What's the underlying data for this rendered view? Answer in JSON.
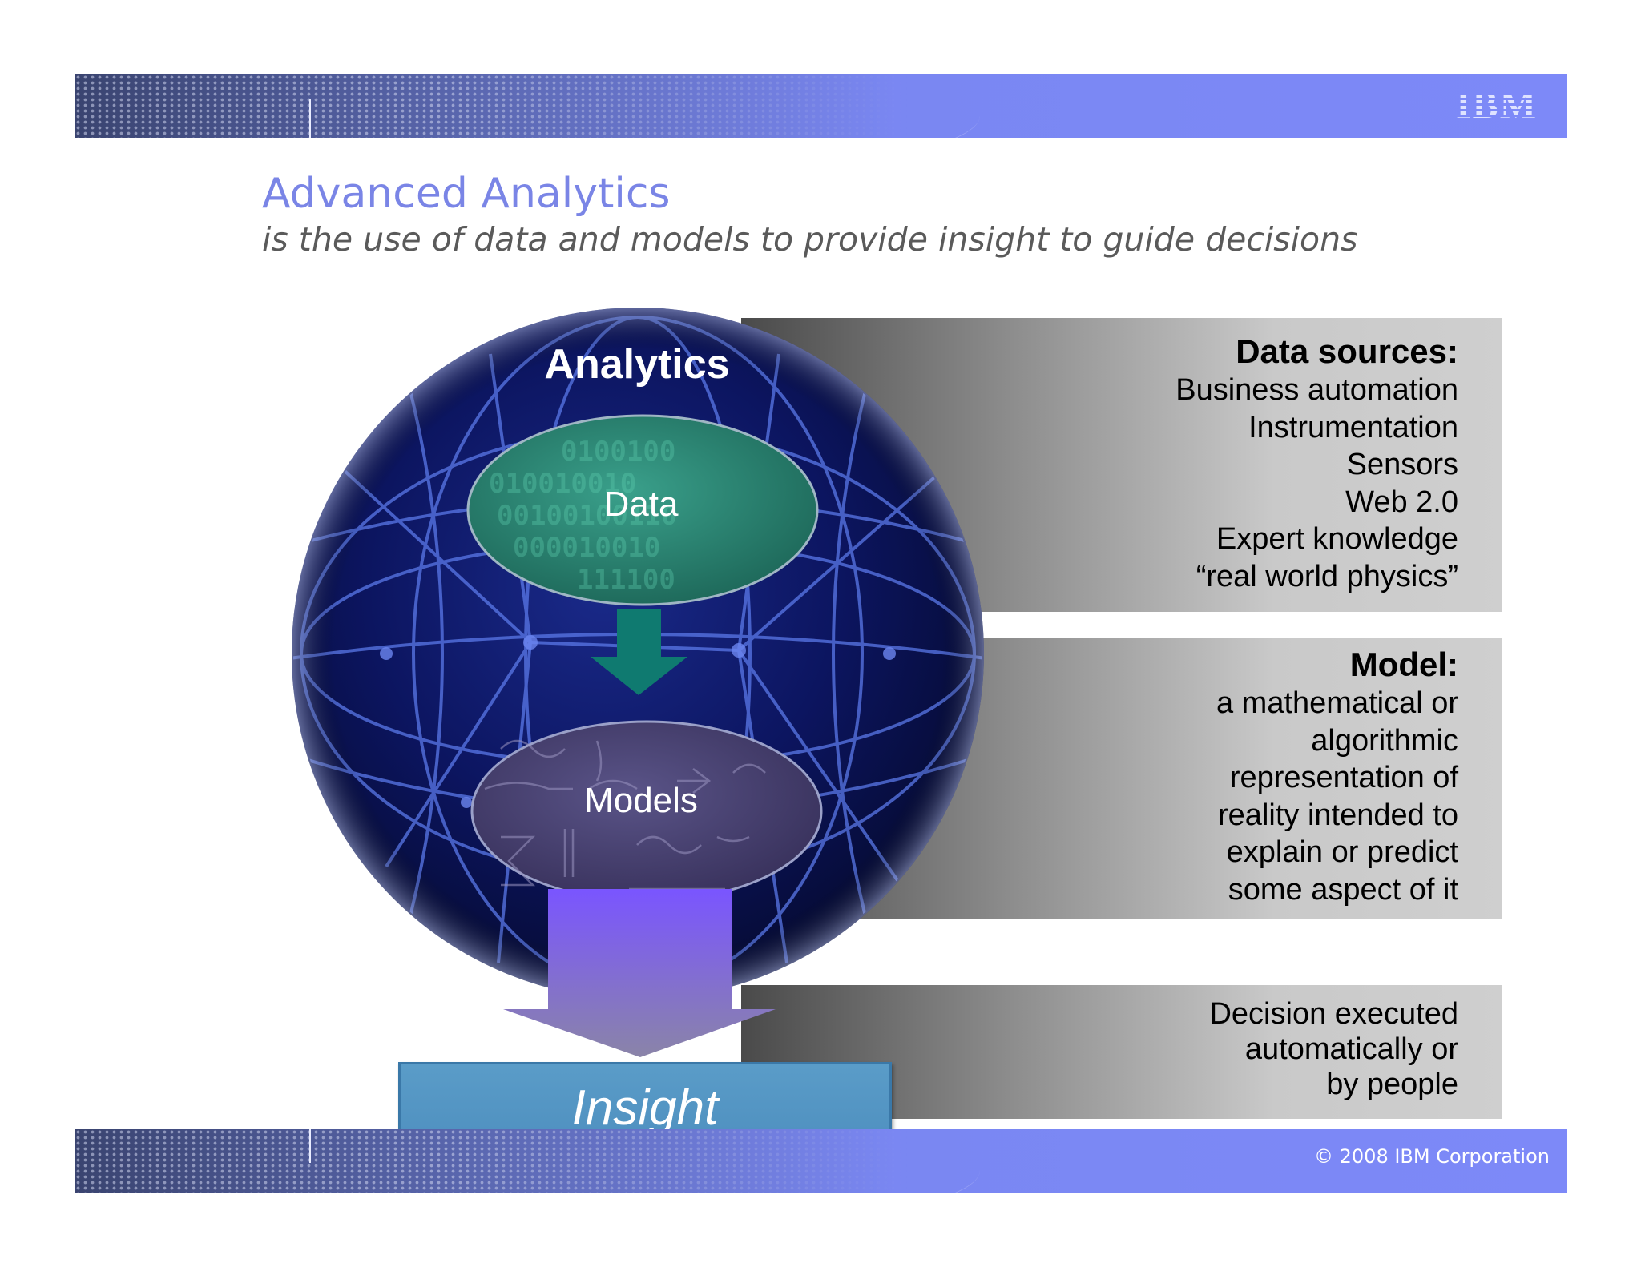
{
  "header": {
    "logo_text": "IBM"
  },
  "title": "Advanced Analytics",
  "subtitle": "is the use of data and models to provide insight to guide decisions",
  "diagram": {
    "analytics_label": "Analytics",
    "data_label": "Data",
    "models_label": "Models",
    "insight_label": "Insight"
  },
  "panels": {
    "data_sources": {
      "heading": "Data sources:",
      "items": [
        "Business automation",
        "Instrumentation",
        "Sensors",
        "Web 2.0",
        "Expert knowledge",
        "“real world physics”"
      ]
    },
    "model": {
      "heading": "Model:",
      "lines": [
        "a mathematical or",
        "algorithmic",
        "representation of",
        "reality intended to",
        "explain or predict",
        "some aspect of it"
      ]
    },
    "decision": {
      "lines": [
        "Decision executed",
        "automatically or",
        "by people"
      ]
    }
  },
  "footer": {
    "copyright": "© 2008 IBM Corporation"
  },
  "colors": {
    "title": "#7a85e6",
    "band": "#7d89f8",
    "globe": "#0b1250",
    "data_ellipse": "#2f8a78",
    "models_ellipse": "#4b4373",
    "teal_arrow": "#0f7a70",
    "purple_arrow": "#7a5cf0",
    "insight_box": "#5a9cc8"
  }
}
